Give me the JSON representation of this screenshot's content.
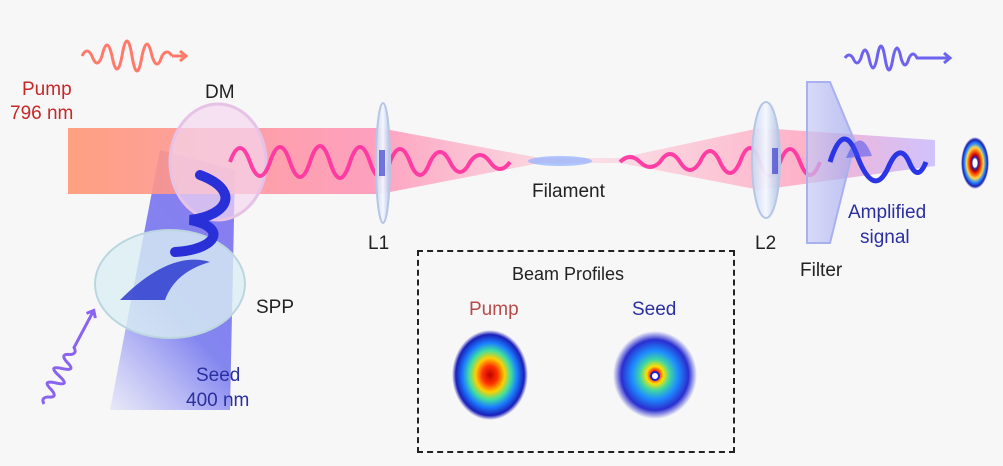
{
  "labels": {
    "pump_line1": "Pump",
    "pump_line2": "796 nm",
    "dm": "DM",
    "l1": "L1",
    "filament": "Filament",
    "l2": "L2",
    "amplified_line1": "Amplified",
    "amplified_line2": "signal",
    "filter": "Filter",
    "spp": "SPP",
    "seed_line1": "Seed",
    "seed_line2": "400 nm"
  },
  "profiles": {
    "title": "Beam Profiles",
    "pump_label": "Pump",
    "seed_label": "Seed"
  },
  "colors": {
    "pump": "#c62828",
    "seed": "#2b2fa0",
    "beam_pink": "#ff3fb0",
    "beam_orange": "#ff8a70",
    "seed_beam": "#6a6cf0"
  }
}
